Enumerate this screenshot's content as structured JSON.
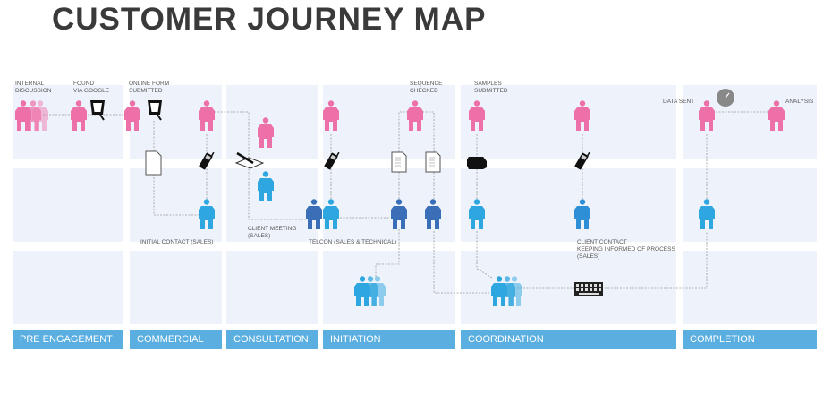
{
  "title": "CUSTOMER JOURNEY MAP",
  "phases": [
    "PRE ENGAGEMENT",
    "COMMERCIAL",
    "CONSULTATION",
    "INITIATION",
    "COORDINATION",
    "COMPLETION"
  ],
  "labels": {
    "internal": "INTERNAL\nDISCUSSION",
    "found": "FOUND\nVIA GOOGLE",
    "online": "ONLINE FORM\nSUBMITTED",
    "sequence": "SEQUENCE\nCHECKED",
    "samples": "SAMPLES\nSUBMITTED",
    "datasent": "DATA SENT",
    "analysis": "ANALYSIS",
    "initial": "INITIAL CONTACT (SALES)",
    "meeting": "CLIENT MEETING\n(SALES)",
    "telcon": "TELCON (SALES & TECHNICAL)",
    "clientcontact": "CLIENT CONTACT\nKEEPING INFORMED OF PROCESS\n(SALES)"
  },
  "colors": {
    "customer": "#ee70a8",
    "staff": "#2ea6df",
    "technical": "#3a6fb7",
    "phase_bar": "#5aaee0"
  }
}
